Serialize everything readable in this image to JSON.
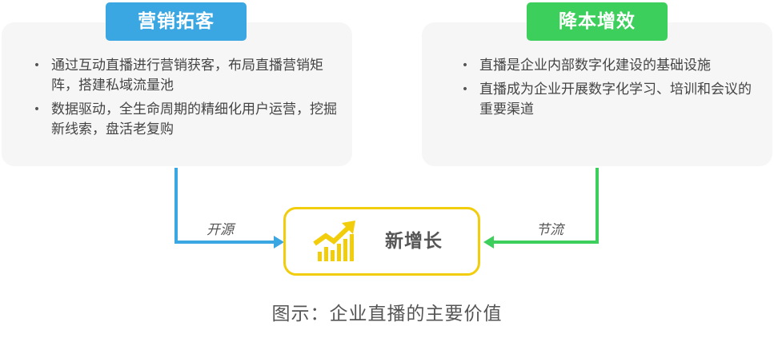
{
  "left": {
    "tag": "营销拓客",
    "bullets": [
      "通过互动直播进行营销获客，布局直播营销矩阵，搭建私域流量池",
      "数据驱动，全生命周期的精细化用户运营，挖掘新线索，盘活老复购"
    ],
    "flow_label": "开源",
    "color": "#3aa7e2"
  },
  "right": {
    "tag": "降本增效",
    "bullets": [
      "直播是企业内部数字化建设的基础设施",
      "直播成为企业开展数字化学习、培训和会议的重要渠道"
    ],
    "flow_label": "节流",
    "color": "#3ccf5c"
  },
  "center": {
    "label": "新增长",
    "icon": "growth-chart-icon",
    "color": "#f2cd0b"
  },
  "bullet_symbol": "•",
  "caption": "图示：企业直播的主要价值"
}
